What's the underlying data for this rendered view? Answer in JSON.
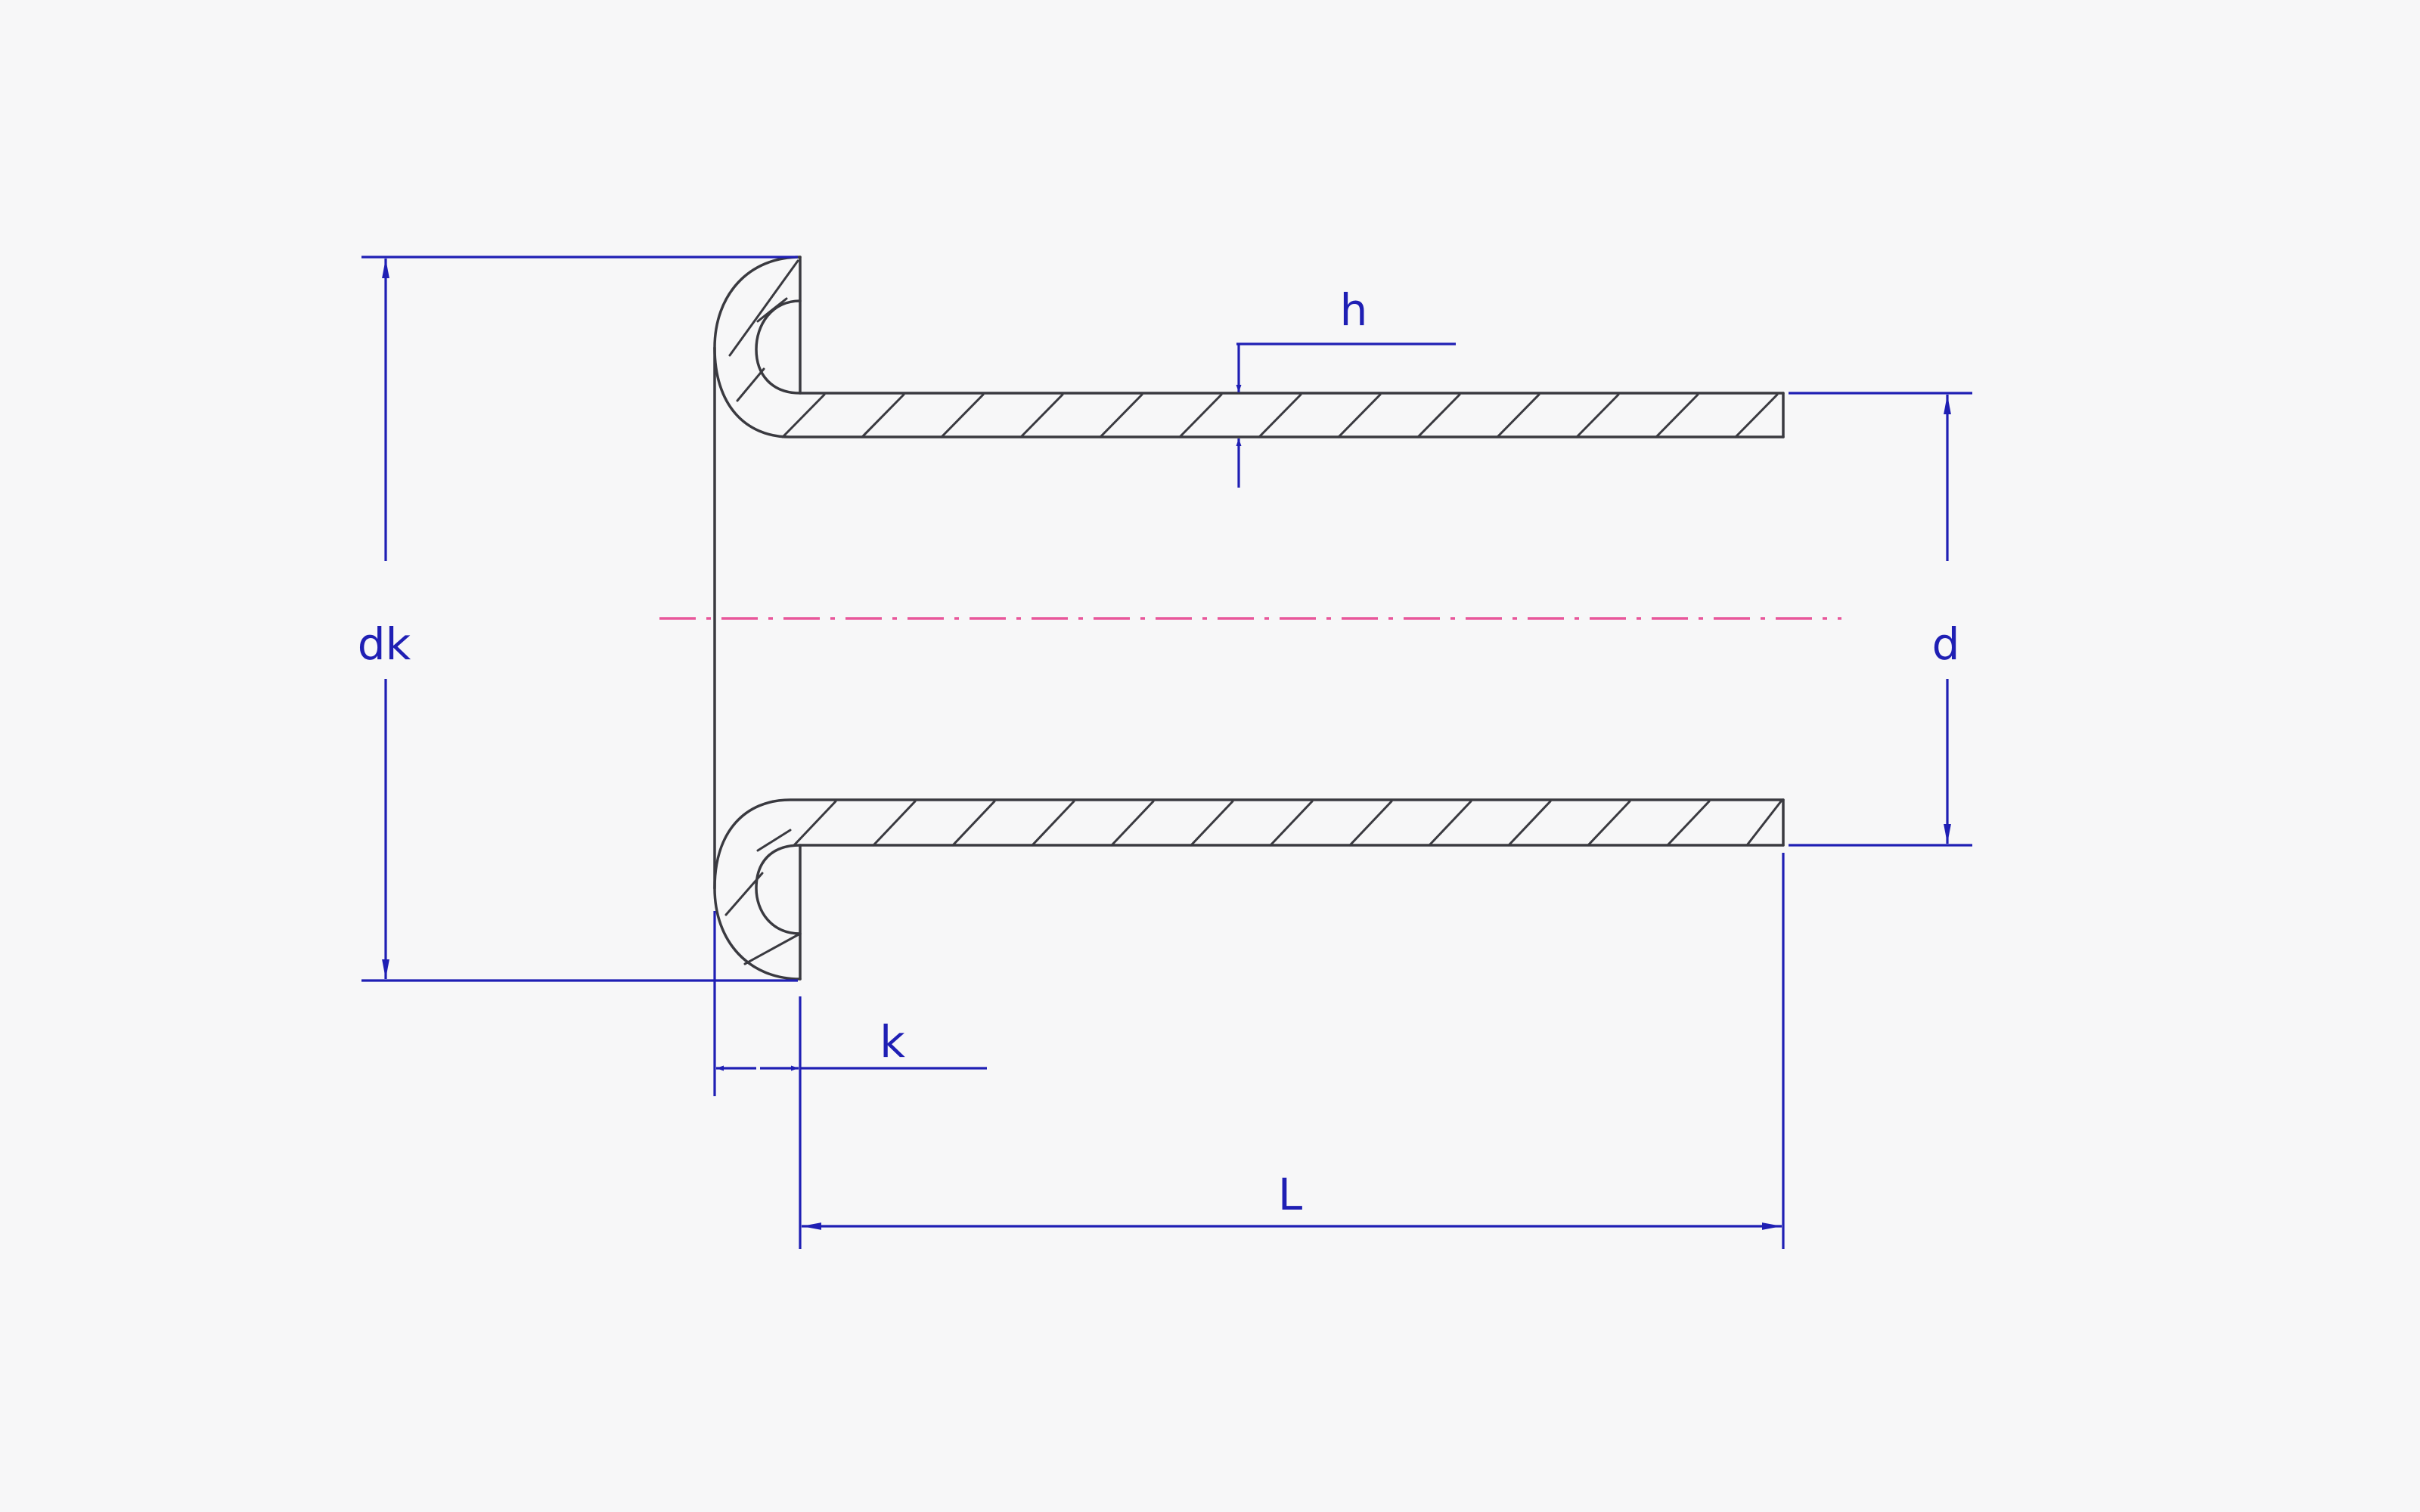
{
  "colors": {
    "background": "#f7f7f8",
    "outline": "#3a3a40",
    "dimension": "#1f1fb4",
    "centerline": "#e8579a"
  },
  "labels": {
    "dk": "dk",
    "d": "d",
    "h": "h",
    "k": "k",
    "L": "L"
  }
}
